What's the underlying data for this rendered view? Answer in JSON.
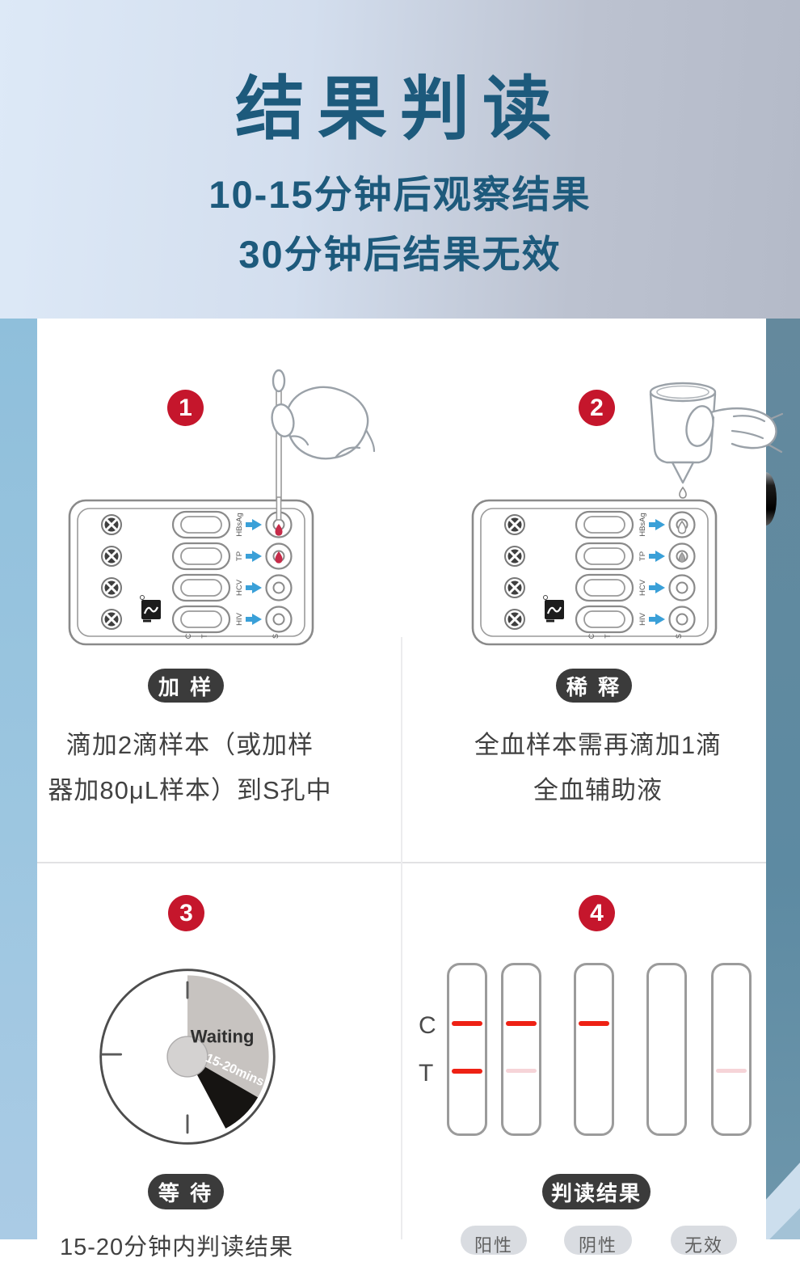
{
  "header": {
    "title": "结果判读",
    "subtitle1": "10-15分钟后观察结果",
    "subtitle2": "30分钟后结果无效"
  },
  "cassette": {
    "assays": [
      "HBsAg",
      "TP",
      "HCV",
      "HIV"
    ],
    "c_label": "C",
    "t_label": "T",
    "s_label": "S"
  },
  "steps": {
    "s1": {
      "num": "1",
      "tag": "加 样",
      "line1": "滴加2滴样本（或加样",
      "line2": "器加80μL样本）到S孔中"
    },
    "s2": {
      "num": "2",
      "tag": "稀 释",
      "line1": "全血样本需再滴加1滴",
      "line2": "全血辅助液"
    },
    "s3": {
      "num": "3",
      "tag": "等 待",
      "note": "15-20分钟内判读结果"
    },
    "s4": {
      "num": "4",
      "tag": "判读结果"
    }
  },
  "clock": {
    "label": "Waiting",
    "range": "15-20mins"
  },
  "strips": {
    "c_label": "C",
    "t_label": "T",
    "results": [
      {
        "c": "strong",
        "t": "strong"
      },
      {
        "c": "strong",
        "t": "faint"
      },
      {
        "c": "strong",
        "t": "none"
      },
      {
        "c": "none",
        "t": "none"
      },
      {
        "c": "none",
        "t": "faint"
      }
    ]
  },
  "result_tags": [
    "阳性",
    "阴性",
    "无效"
  ],
  "colors": {
    "heading_blue": "#1d5a7c",
    "badge_red": "#c5162c",
    "arrow_blue": "#3aa0d8",
    "line_strong_red": "#ee2114",
    "line_faint_pink": "#f6d4d8",
    "tag_dark": "#3b3b3b",
    "side_teal": "#5d8aa2",
    "side_blue": "#9cc6e0"
  }
}
